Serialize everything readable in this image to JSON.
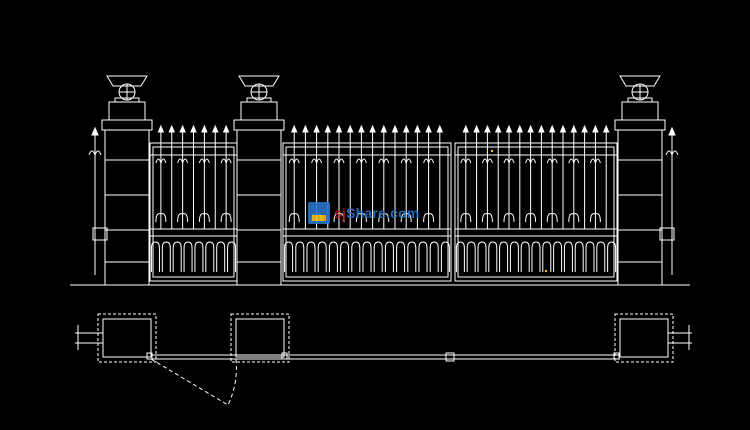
{
  "watermark": {
    "brand_colored": "sj",
    "brand_rest": "Share.com"
  },
  "colors": {
    "background": "#000000",
    "line": "#ffffff",
    "accent": "#f0c020",
    "watermark_blue": "#2a73c7",
    "watermark_red": "#b01818"
  },
  "drawing": {
    "elevation_view": [
      "pillar-left-outer",
      "pillar-left-inner",
      "pillar-right",
      "gate-panel-left",
      "gate-panel-center-left",
      "gate-panel-center-right",
      "fence-stub-left",
      "fence-stub-right"
    ],
    "plan_view": [
      "pillar-plan-left-outer",
      "pillar-plan-left-inner",
      "pillar-plan-right",
      "gate-track",
      "swing-arc"
    ]
  }
}
